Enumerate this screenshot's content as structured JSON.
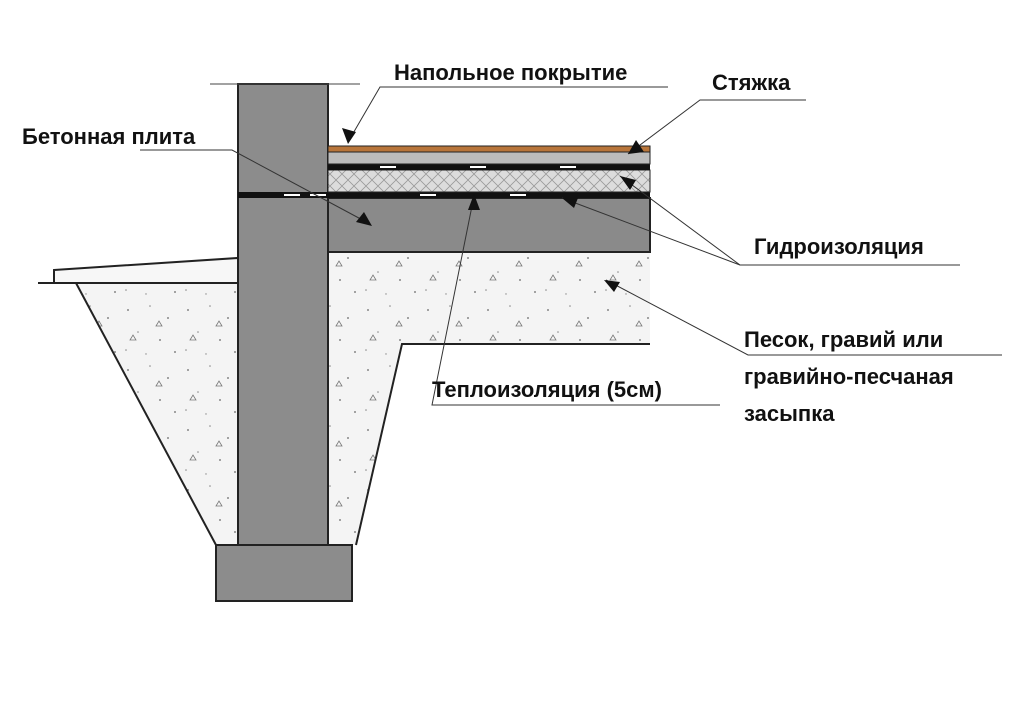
{
  "labels": {
    "floor_covering": "Напольное покрытие",
    "screed": "Стяжка",
    "concrete_slab": "Бетонная плита",
    "waterproofing": "Гидроизоляция",
    "backfill_line1": "Песок, гравий или",
    "backfill_line2": "гравийно-песчаная",
    "backfill_line3": "засыпка",
    "insulation": "Теплоизоляция (5см)"
  },
  "colors": {
    "wall": "#8c8c8c",
    "slab": "#8a8a8a",
    "screed": "#bcbcbc",
    "floor_covering": "#b8753a",
    "waterproofing": "#111111",
    "insulation": "#dcdcdc",
    "backfill": "#f4f4f4",
    "line": "#222222"
  }
}
